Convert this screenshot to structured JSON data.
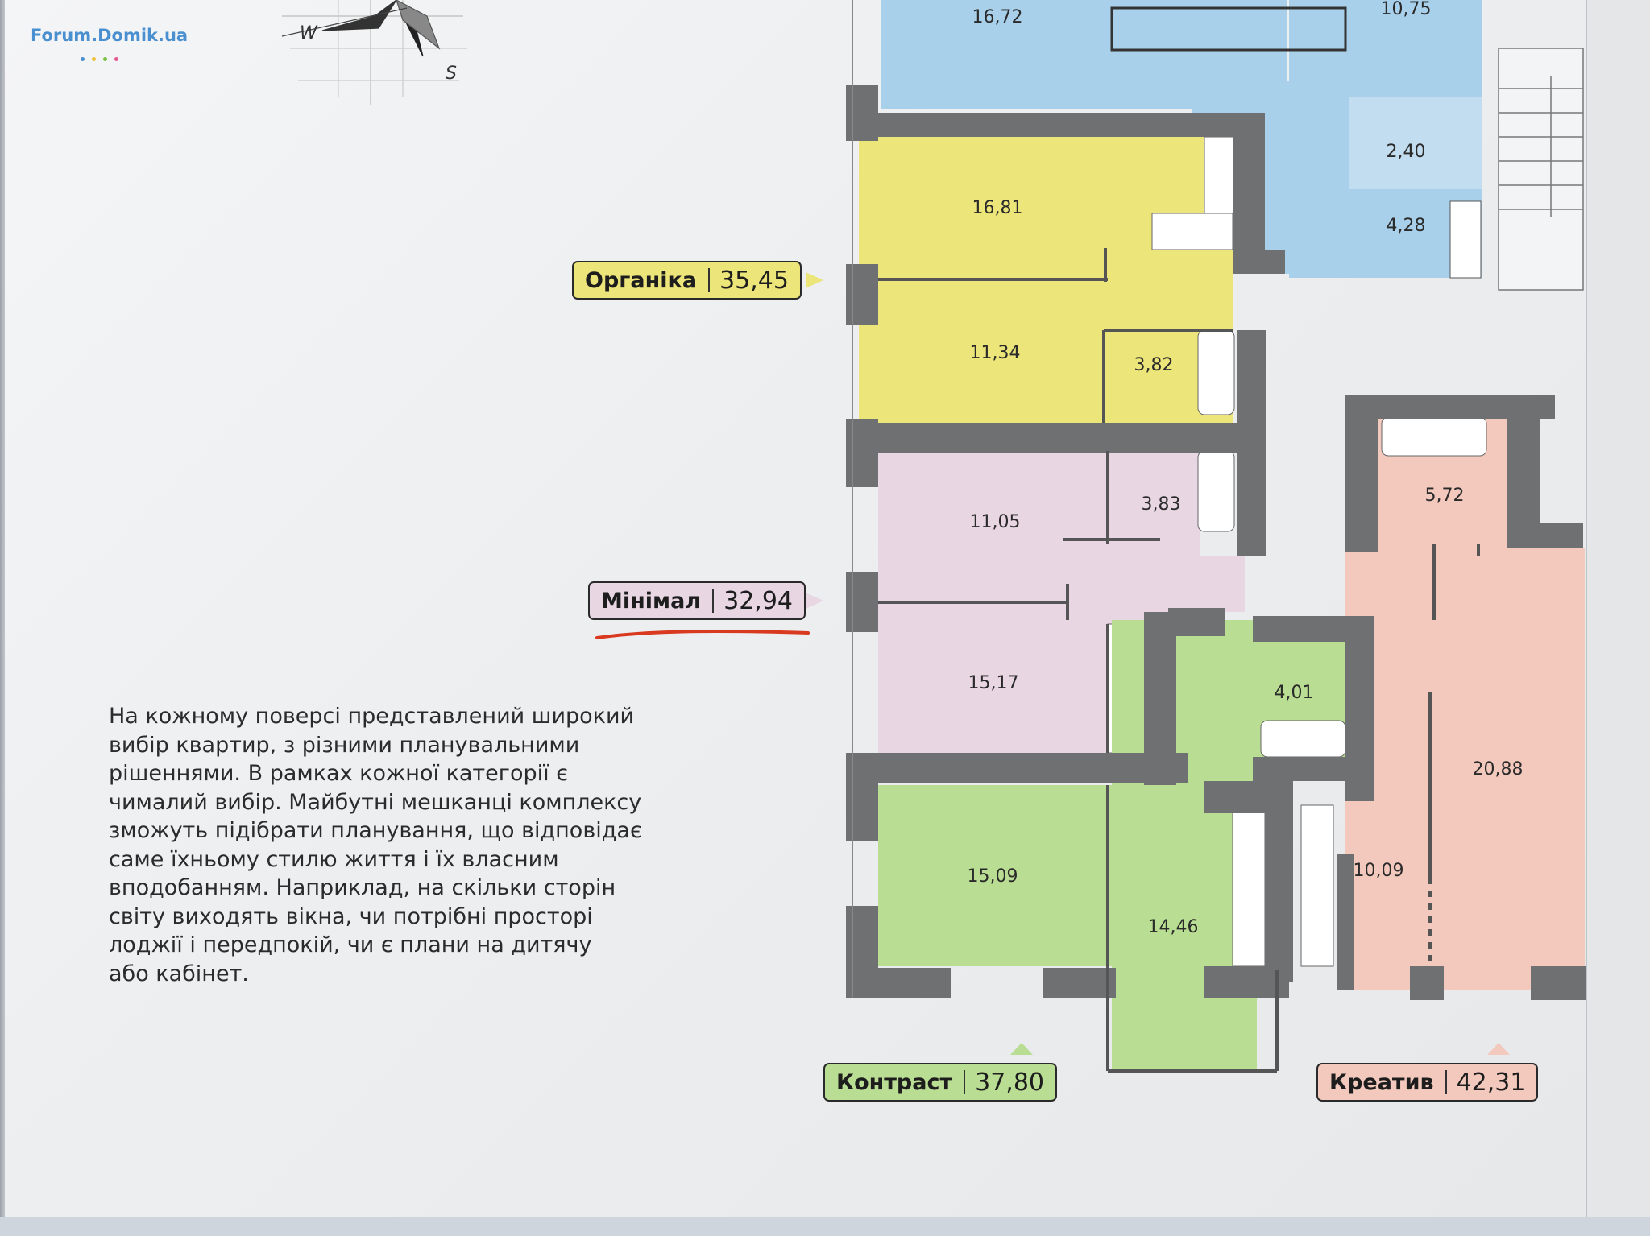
{
  "watermark": "Forum.Domik.ua",
  "compass": {
    "west_label": "W",
    "south_label": "S"
  },
  "description": "На кожному поверсі представлений широкий\nвибір квартир, з різними планувальними\nрішеннями. В рамках кожної категорії є\nчималий вибір. Майбутні мешканці комплексу\nзможуть підібрати планування, що відповідає\nсаме їхньому стилю життя і їх власним\nвподобанням. Наприклад, на скільки сторін\nсвіту виходять вікна, чи потрібні просторі\nлоджії і передпокій, чи є плани на дитячу\nабо кабінет.",
  "apartments": [
    {
      "name": "Органіка",
      "area": "35,45",
      "color": "#ece57a"
    },
    {
      "name": "Мінімал",
      "area": "32,94",
      "color": "#e8d6e3"
    },
    {
      "name": "Контраст",
      "area": "37,80",
      "color": "#b9de93"
    },
    {
      "name": "Креатив",
      "area": "42,31",
      "color": "#f3c9bd"
    }
  ],
  "room_areas": {
    "blue_1": "16,72",
    "blue_2": "10,75",
    "blue_3": "2,40",
    "blue_4": "4,28",
    "organika_1": "16,81",
    "organika_2": "11,34",
    "organika_3": "3,82",
    "minimal_1": "11,05",
    "minimal_2": "3,83",
    "minimal_3": "15,17",
    "kontrast_1": "15,09",
    "kontrast_2": "14,46",
    "kontrast_3": "4,01",
    "kreatyv_1": "5,72",
    "kreatyv_2": "20,88",
    "kreatyv_3": "10,09"
  },
  "colors": {
    "blue": "#a9d0ea",
    "yellow": "#ece57a",
    "pink": "#e8d6e3",
    "green": "#b9de93",
    "salmon": "#f3c9bd",
    "wall": "#6f7072",
    "accent_red": "#d9391f"
  }
}
